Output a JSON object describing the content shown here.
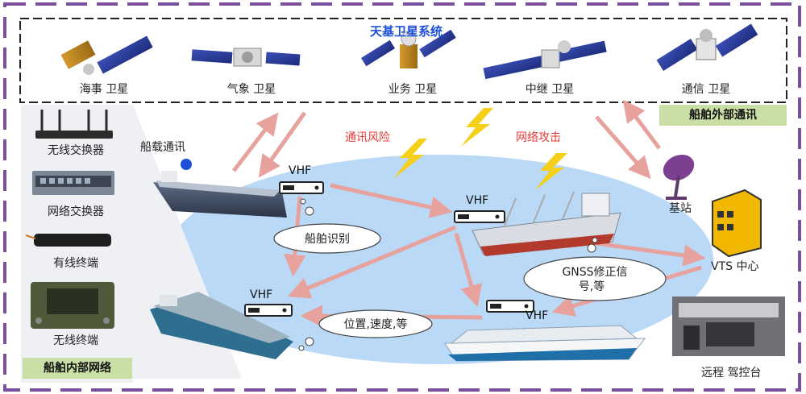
{
  "satellite_system": {
    "title": "天基卫星系统",
    "satellites": [
      "海事 卫星",
      "气象 卫星",
      "业务 卫星",
      "中继 卫星",
      "通信 卫星"
    ]
  },
  "external": {
    "label": "船舶外部通讯"
  },
  "internal": {
    "label": "船舶内部网络",
    "devices": [
      "无线交换器",
      "网络交换器",
      "有线终端",
      "无线终端"
    ]
  },
  "risks": {
    "comm_risk": "通讯风险",
    "net_attack": "网络攻击"
  },
  "ships": {
    "onboard_comm": "船载通讯",
    "vhf": "VHF"
  },
  "bubbles": {
    "ship_id": "船舶识别",
    "pos_speed": "位置,速度,等",
    "gnss_line1": "GNSS修正信",
    "gnss_line2": "号,等"
  },
  "shore": {
    "base_station": "基站",
    "vts_center": "VTS 中心",
    "remote_console": "远程 驾控台"
  },
  "colors": {
    "arrow": "#e7a29d",
    "sea": "#b9d9f7",
    "frame": "#7a4f9e",
    "dash": "#222222",
    "green_label": "#c9dfa6",
    "lightning": "#f5cf1a",
    "risk_text": "#e63a35",
    "title_blue": "#1d4fd8"
  }
}
